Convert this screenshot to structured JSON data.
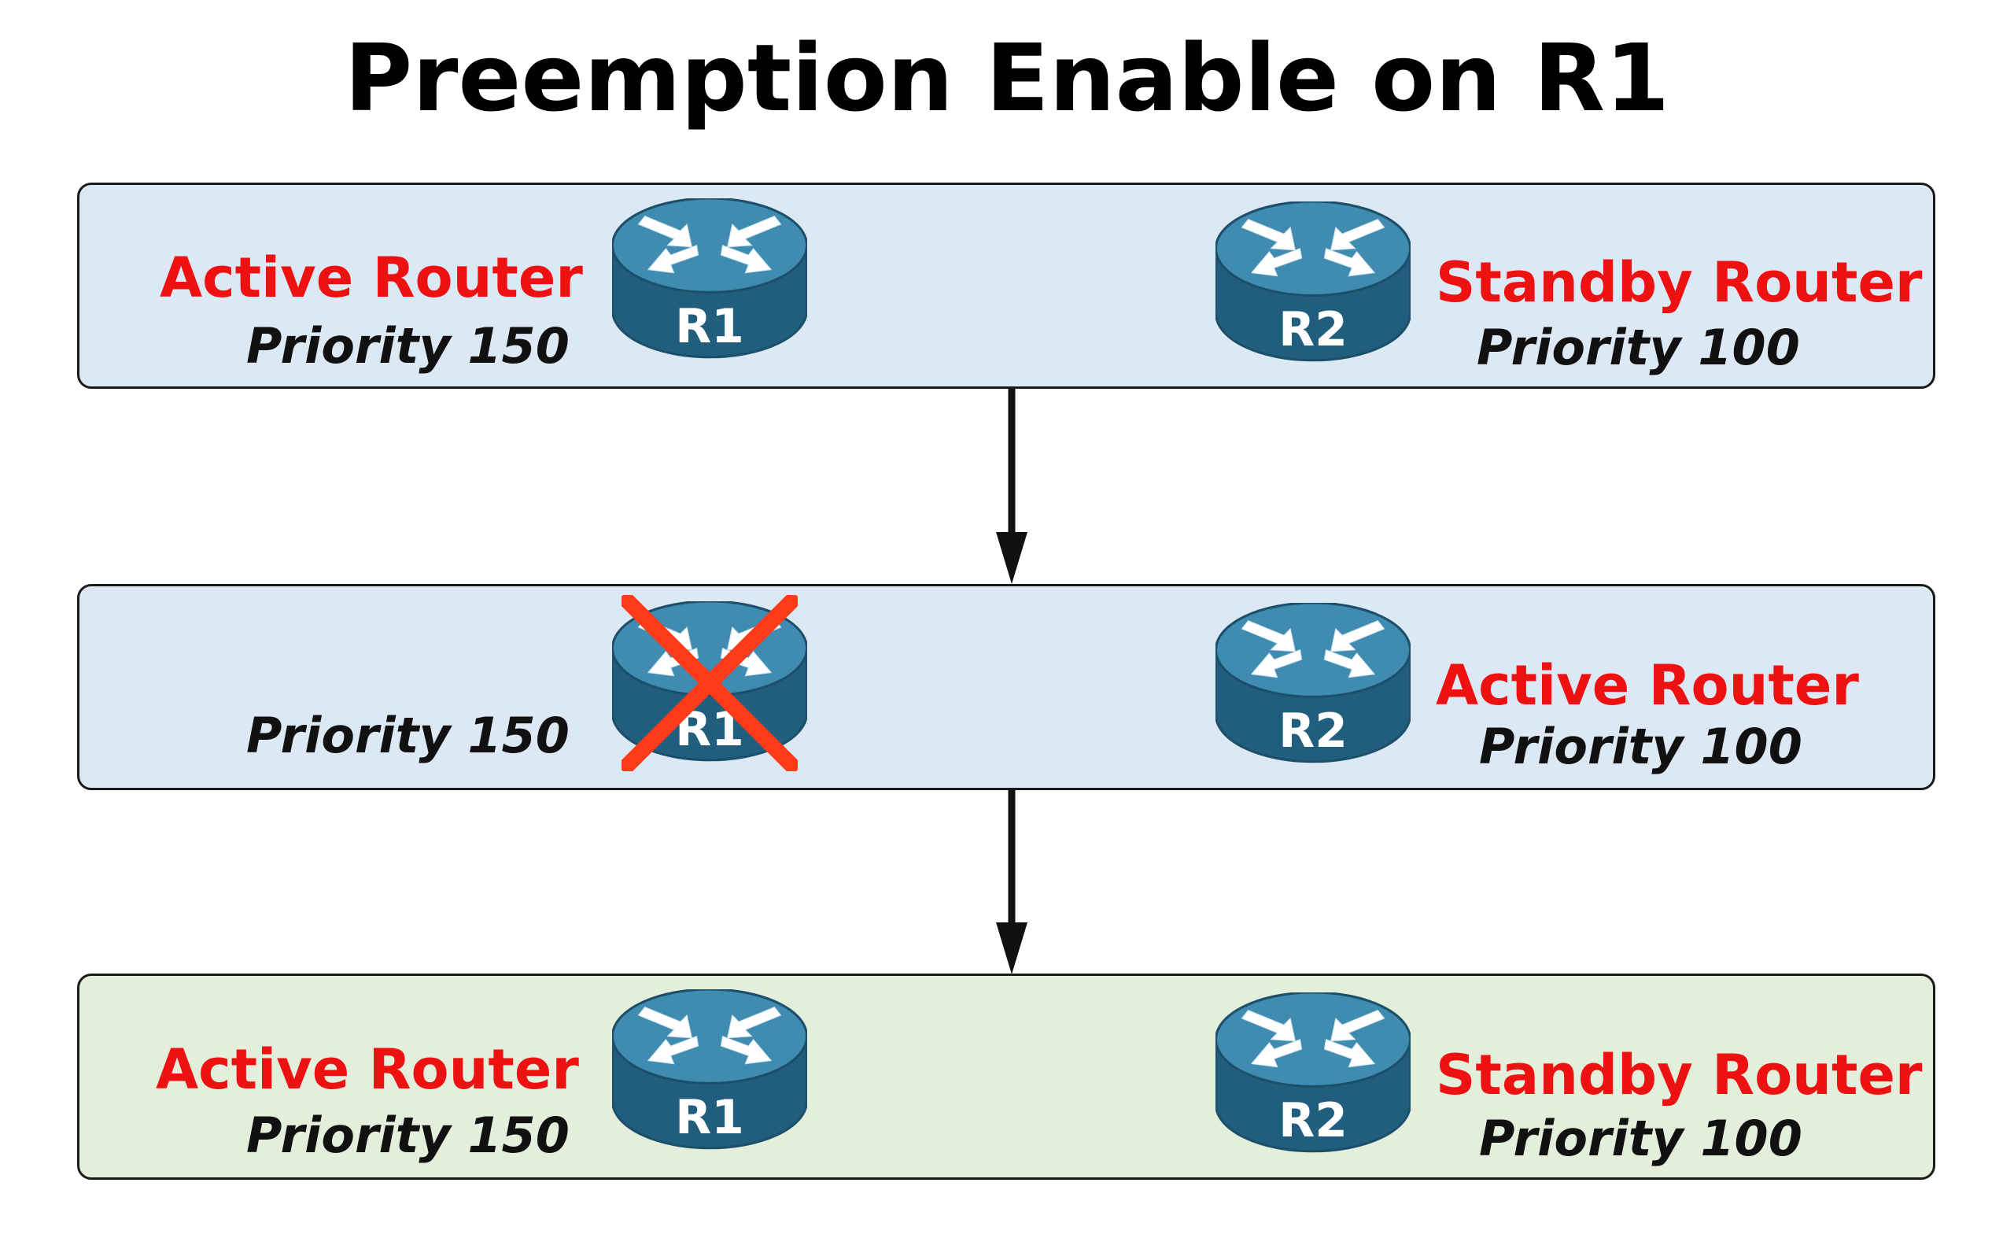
{
  "title": "Preemption Enable on R1",
  "colors": {
    "role_text": "#ee1111",
    "panel_blue": "#dde8f5",
    "panel_green": "#e3eedb",
    "router_body": "#2a6f90",
    "failure_x": "#ff3b1a"
  },
  "icons": {
    "router": "router-icon",
    "failure": "failure-x-icon",
    "arrow": "down-arrow-icon"
  },
  "stages": [
    {
      "r1": {
        "role": "Active Router",
        "priority": "Priority 150",
        "label": "R1",
        "failed": false
      },
      "r2": {
        "role": "Standby Router",
        "priority": "Priority 100",
        "label": "R2"
      }
    },
    {
      "r1": {
        "role": "",
        "priority": "Priority 150",
        "label": "R1",
        "failed": true
      },
      "r2": {
        "role": "Active Router",
        "priority": "Priority 100",
        "label": "R2"
      }
    },
    {
      "r1": {
        "role": "Active Router",
        "priority": "Priority 150",
        "label": "R1",
        "failed": false
      },
      "r2": {
        "role": "Standby Router",
        "priority": "Priority 100",
        "label": "R2"
      }
    }
  ]
}
